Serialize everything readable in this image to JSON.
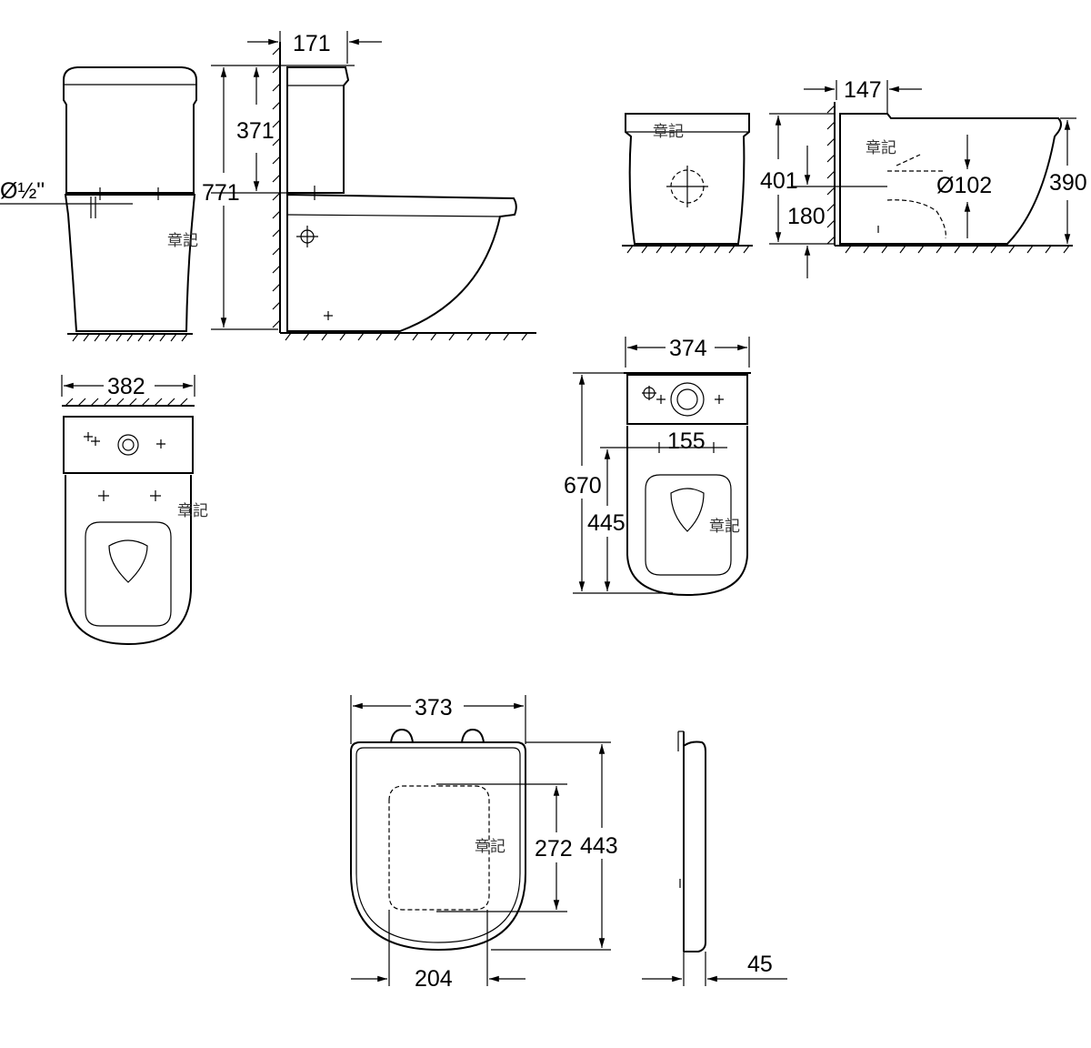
{
  "front_elevation": {
    "pipe_diameter": "Ø½\"",
    "watermark": "章記"
  },
  "side_elevation": {
    "width_top": "171",
    "tank_height": "371",
    "total_height": "771"
  },
  "plan_top_left": {
    "width": "382",
    "watermark": "章記"
  },
  "wall_hung_front": {
    "watermark": "章記"
  },
  "wall_hung_side": {
    "width_top": "147",
    "outlet_height": "401",
    "inlet_height": "180",
    "outlet_diameter": "Ø102",
    "bowl_height": "390",
    "watermark": "章記"
  },
  "plan_right": {
    "width": "374",
    "fixing_spacing": "155",
    "total_depth": "670",
    "bowl_depth": "445",
    "watermark": "章記"
  },
  "seat_plan": {
    "width": "373",
    "opening_depth": "272",
    "total_depth": "443",
    "hinge_spacing": "204",
    "watermark": "章記"
  },
  "seat_side": {
    "thickness": "45"
  }
}
